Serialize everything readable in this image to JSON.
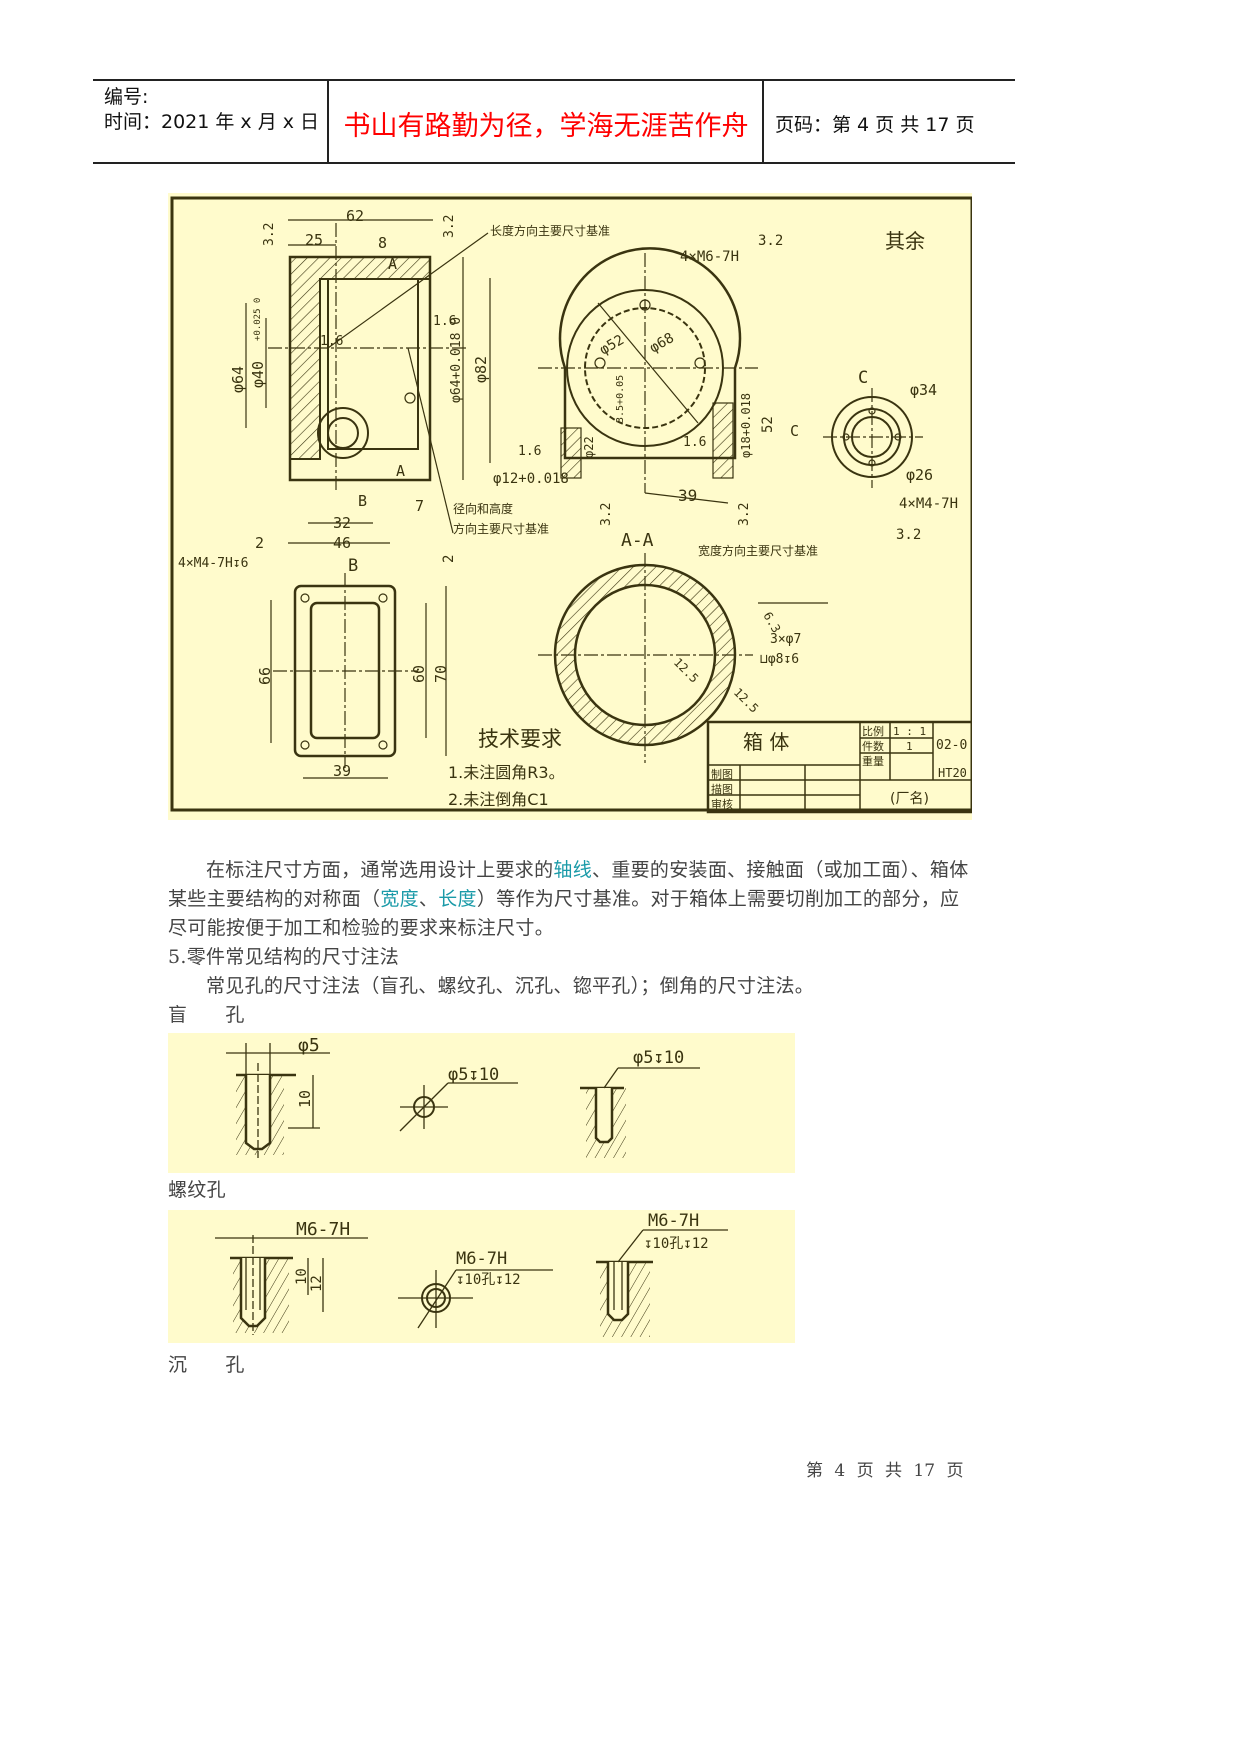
{
  "header": {
    "number_label": "编号:",
    "date_label": "时间：2021 年 x 月 x 日",
    "motto": "书山有路勤为径，学海无涯苦作舟",
    "page_label": "页码：第 4 页  共 17 页"
  },
  "drawing": {
    "dims": [
      "62",
      "25",
      "8",
      "3.2",
      "3.2",
      "A",
      "长度方向主要尺寸基准",
      "4×M6-7H",
      "3.2",
      "其余",
      "φ64",
      "φ40",
      "+0.025 0",
      "1.6",
      "1.6",
      "φ64+0.018 0",
      "φ82",
      "φ52",
      "φ68",
      "3.5+0.05",
      "1.6",
      "φ22",
      "1.6",
      "φ18+0.018",
      "52",
      "C",
      "C",
      "φ34",
      "φ26",
      "4×M4-7H",
      "3.2",
      "φ12+0.018",
      "39",
      "3.2",
      "3.2",
      "A",
      "B",
      "7",
      "32",
      "46",
      "2",
      "径向和高度",
      "方向主要尺寸基准",
      "A-A",
      "宽度方向主要尺寸基准",
      "4×M4-7H↧6",
      "B",
      "2",
      "66",
      "60",
      "70",
      "39",
      "6.3",
      "3×φ7",
      "⊔φ8↧6",
      "12.5",
      "12.5"
    ],
    "tech_title": "技术要求",
    "tech_notes": [
      "1.未注圆角R3。",
      "2.未注倒角C1"
    ],
    "title_block": {
      "part_name": "箱 体",
      "scale_label": "比例",
      "scale_value": "1 : 1",
      "count_label": "件数",
      "count_value": "1",
      "weight_label": "重量",
      "drawing_no": "02-0",
      "material": "HT20",
      "drawn_label": "制图",
      "traced_label": "描图",
      "checked_label": "审核",
      "factory": "(厂名)"
    }
  },
  "body": {
    "p1_a": "在标注尺寸方面，通常选用设计上要求的",
    "p1_link1": "轴线",
    "p1_b": "、重要的安装面、接触面（或加工面）、箱体",
    "p2_a": "某些主要结构的对称面（",
    "p2_link1": "宽度",
    "p2_sep": "、",
    "p2_link2": "长度",
    "p2_b": "）等作为尺寸基准。对于箱体上需要切削加工的部分，应",
    "p3": "尽可能按便于加工和检验的要求来标注尺寸。",
    "section": "5.零件常见结构的尺寸注法",
    "intro": "常见孔的尺寸注法（盲孔、螺纹孔、沉孔、锪平孔）；倒角的尺寸注法。",
    "blind_hole": "盲      孔",
    "threaded_hole": "螺纹孔",
    "counterbore": "沉      孔"
  },
  "blind_fig": {
    "d1": "φ5",
    "d2": "10",
    "d3": "φ5↧10",
    "d4": "φ5↧10"
  },
  "thread_fig": {
    "t1": "M6-7H",
    "t2": "10",
    "t3": "12",
    "t4": "M6-7H",
    "t5": "↧10孔↧12",
    "t6": "M6-7H",
    "t7": "↧10孔↧12"
  },
  "footer": "第 4 页 共 17 页",
  "colors": {
    "drawing_bg": "#fffbcc",
    "line": "#3a3410",
    "motto": "#ff0000",
    "link": "#1a9aa8"
  }
}
